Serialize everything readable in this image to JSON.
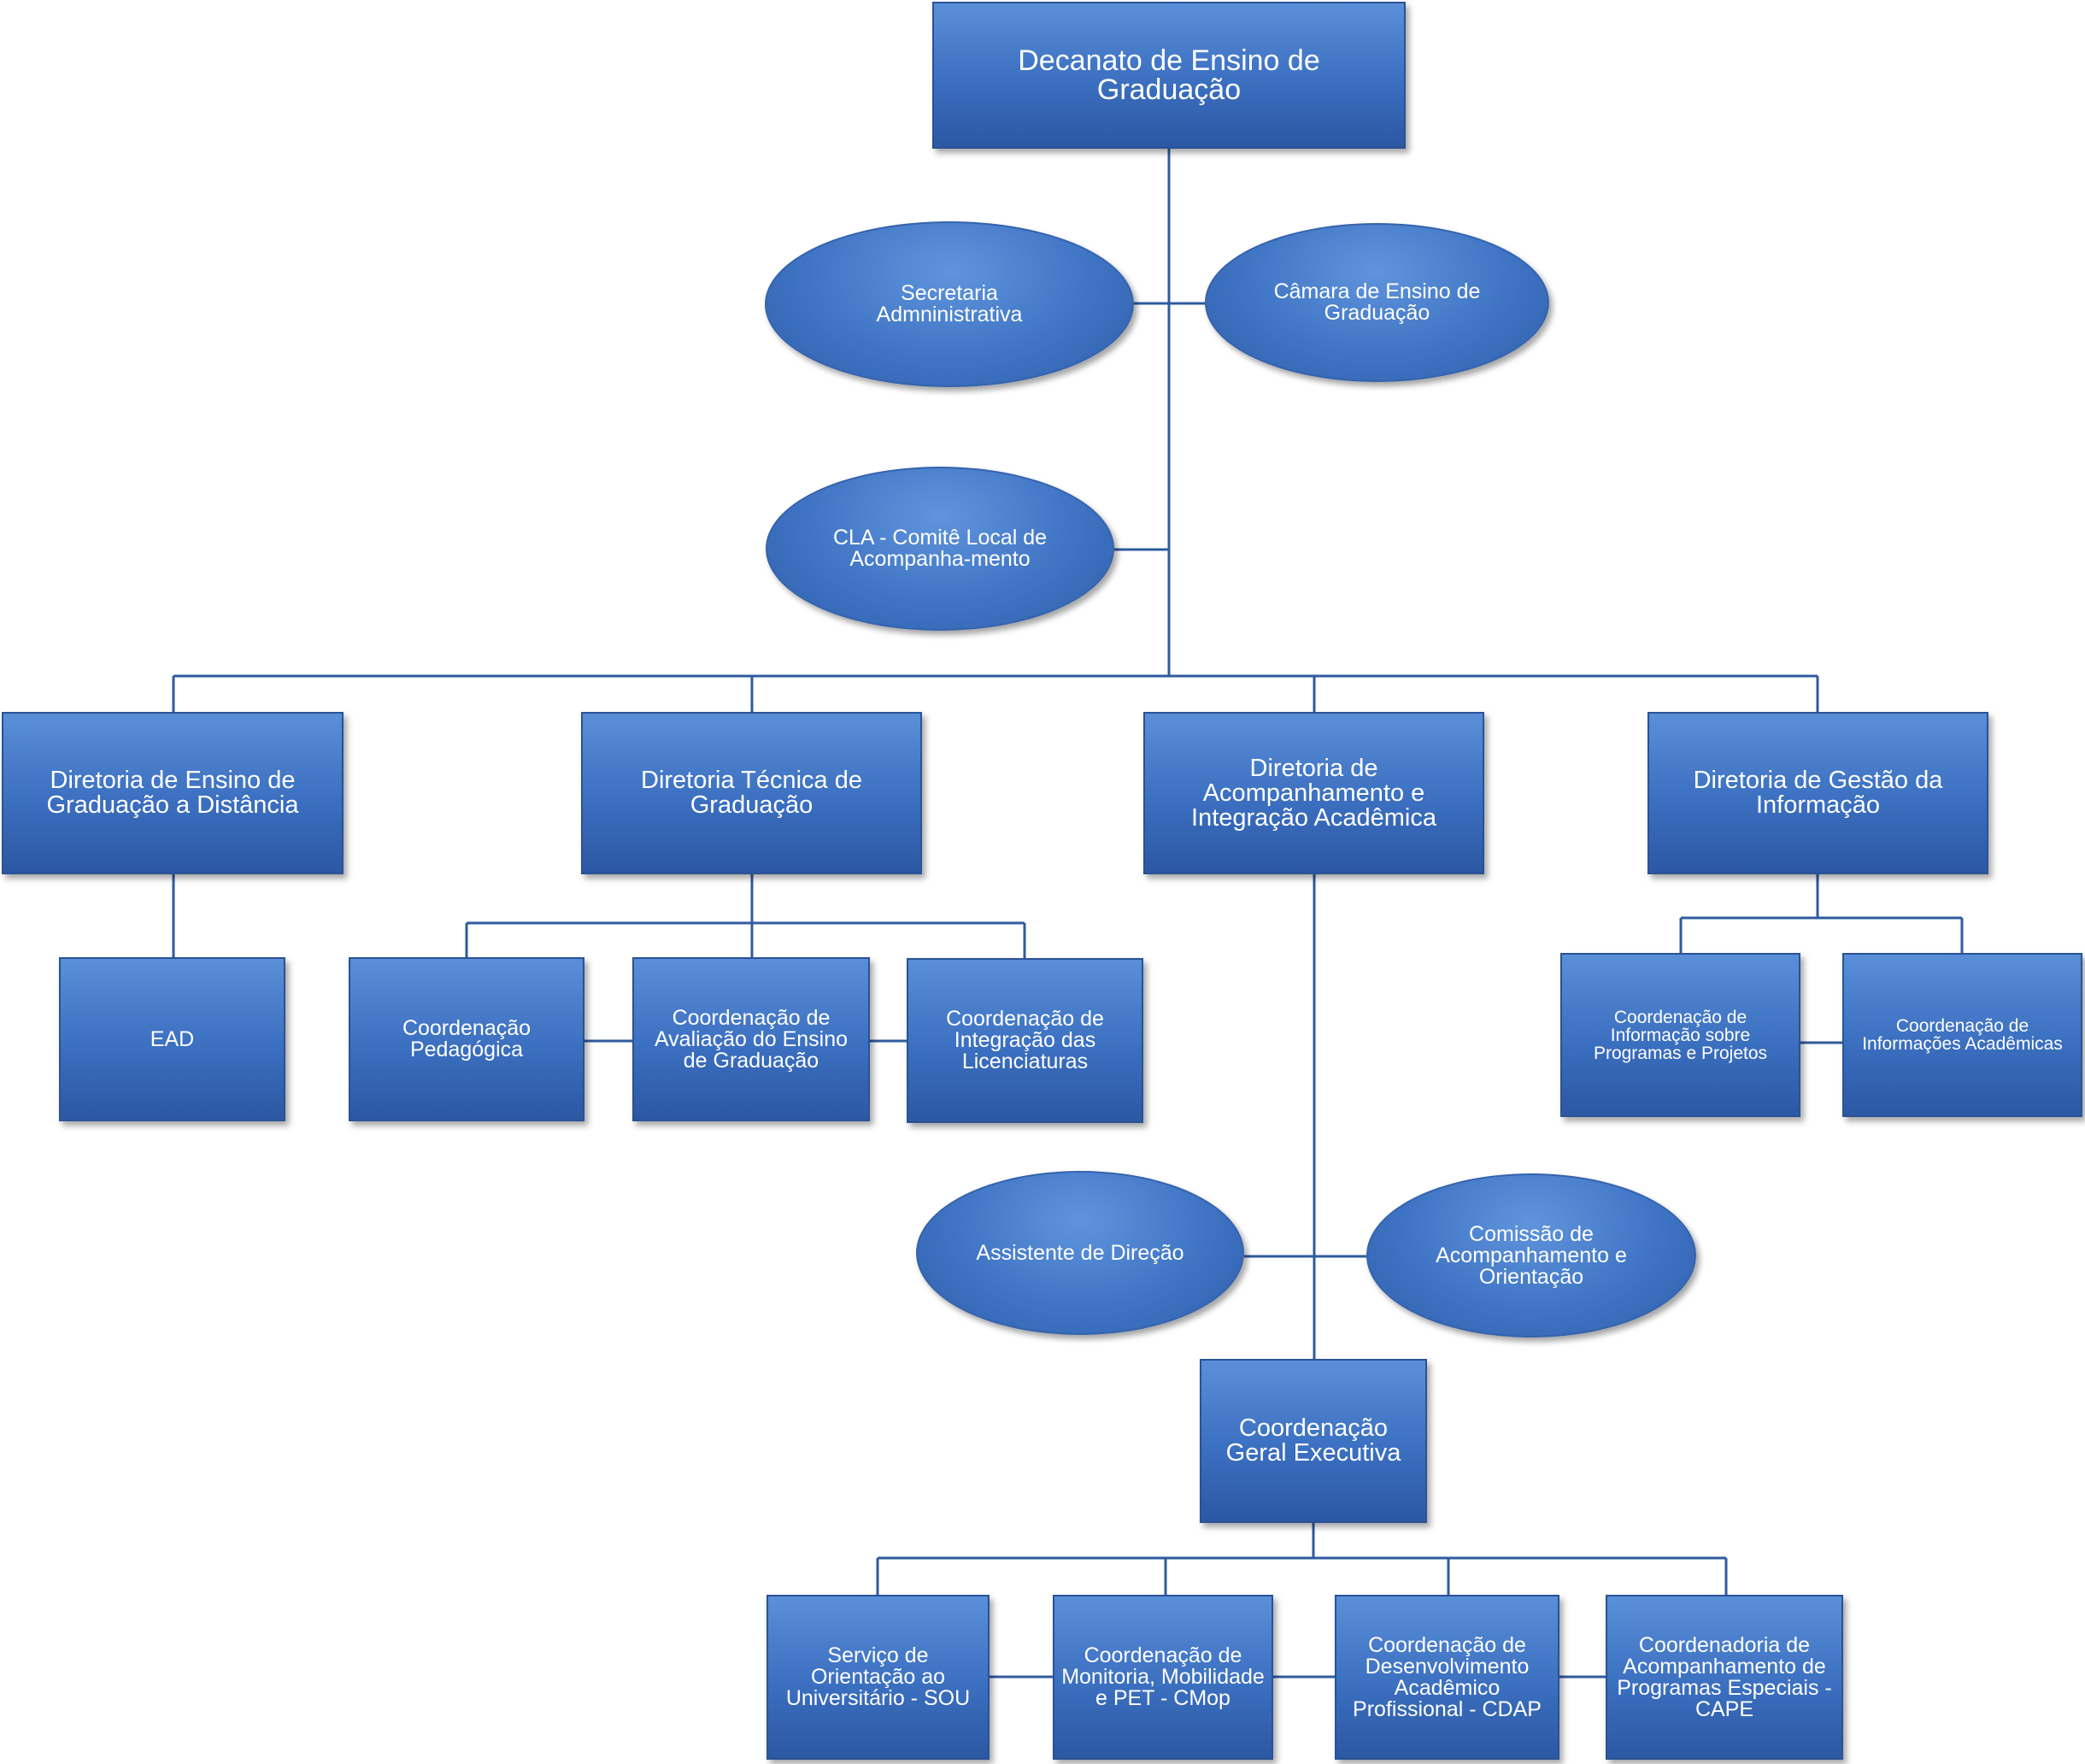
{
  "org_chart": {
    "root": "Decanato de Ensino de\nGraduação",
    "advisory": {
      "secretaria": "Secretaria\nAdmninistrativa",
      "camara": "Câmara de Ensino de\nGraduação",
      "cla": "CLA -  Comitê  Local  de\nAcompanha-mento"
    },
    "directorates": {
      "distancia": {
        "title": "Diretoria de Ensino de\nGraduação a Distância",
        "units": {
          "ead": "EAD"
        }
      },
      "tecnica": {
        "title": "Diretoria Técnica de\nGraduação",
        "units": {
          "pedagogica": "Coordenação\nPedagógica",
          "avaliacao": "Coordenação de\nAvaliação do Ensino\nde Graduação",
          "licenciaturas": "Coordenação de\nIntegração das\nLicenciaturas"
        }
      },
      "acompanhamento": {
        "title": "Diretoria de\nAcompanhamento e\nIntegração Acadêmica",
        "assistente": "Assistente de Direção",
        "comissao": "Comissão de\nAcompanhamento e\nOrientação",
        "coordenacao_geral": "Coordenação\nGeral  Executiva",
        "units": {
          "sou": "Serviço de\nOrientação ao\nUniversitário  - SOU",
          "cmop": "Coordenação  de\nMonitoria,  Mobilidade\ne  PET - CMop",
          "cdap": "Coordenação de\nDesenvolvimento\nAcadêmico\nProfissional  - CDAP",
          "cape": "Coordenadoria de\nAcompanhamento de\nProgramas  Especiais -\nCAPE"
        }
      },
      "informacao": {
        "title": "Diretoria de Gestão da\nInformação",
        "units": {
          "programas": "Coordenação de\nInformação sobre\nProgramas e Projetos",
          "academicas": "Coordenação de\nInformações Acadêmicas"
        }
      }
    }
  },
  "colors": {
    "node_fill_top": "#5a8fd8",
    "node_fill_bottom": "#2c58a3",
    "node_border": "#2a5296",
    "connector": "#2f5b9e",
    "text": "#ffffff"
  }
}
